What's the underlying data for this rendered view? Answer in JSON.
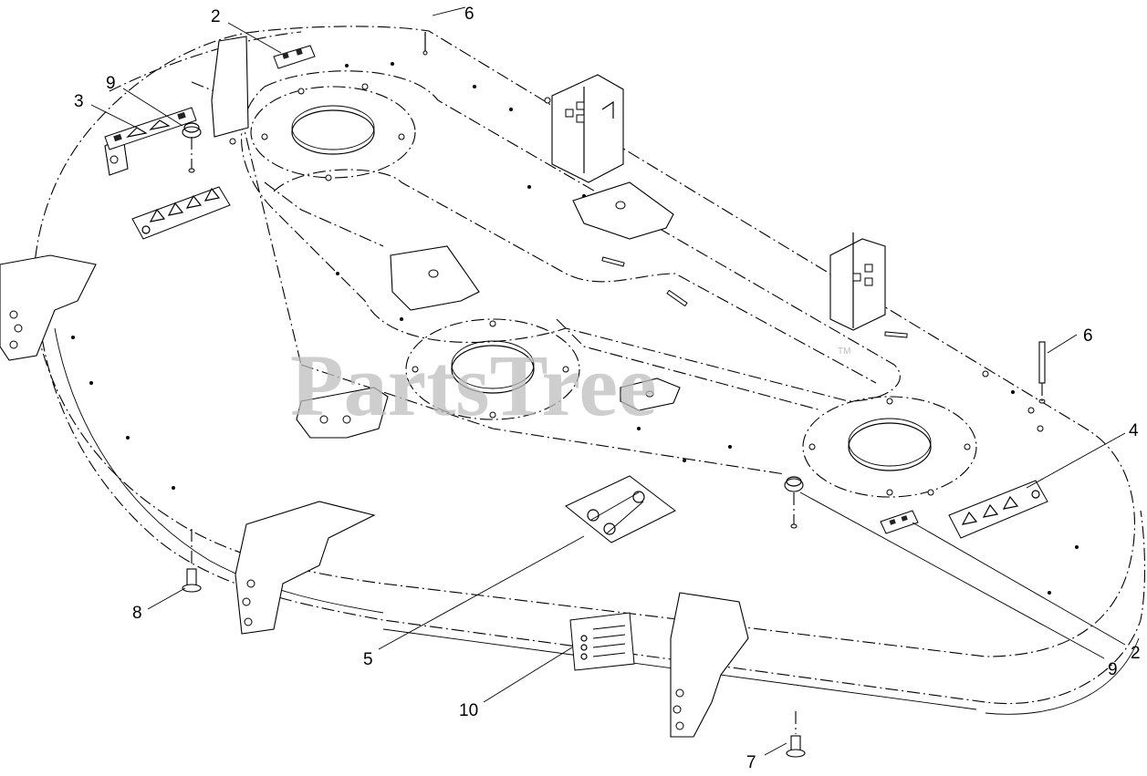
{
  "watermark": {
    "text": "PartsTree",
    "trademark": "TM"
  },
  "callouts": [
    {
      "id": "c-2-top",
      "label": "2"
    },
    {
      "id": "c-6-top",
      "label": "6"
    },
    {
      "id": "c-9-left",
      "label": "9"
    },
    {
      "id": "c-3",
      "label": "3"
    },
    {
      "id": "c-6-right",
      "label": "6"
    },
    {
      "id": "c-4",
      "label": "4"
    },
    {
      "id": "c-8",
      "label": "8"
    },
    {
      "id": "c-5",
      "label": "5"
    },
    {
      "id": "c-10",
      "label": "10"
    },
    {
      "id": "c-9-right",
      "label": "9"
    },
    {
      "id": "c-2-right",
      "label": "2"
    },
    {
      "id": "c-7",
      "label": "7"
    }
  ]
}
